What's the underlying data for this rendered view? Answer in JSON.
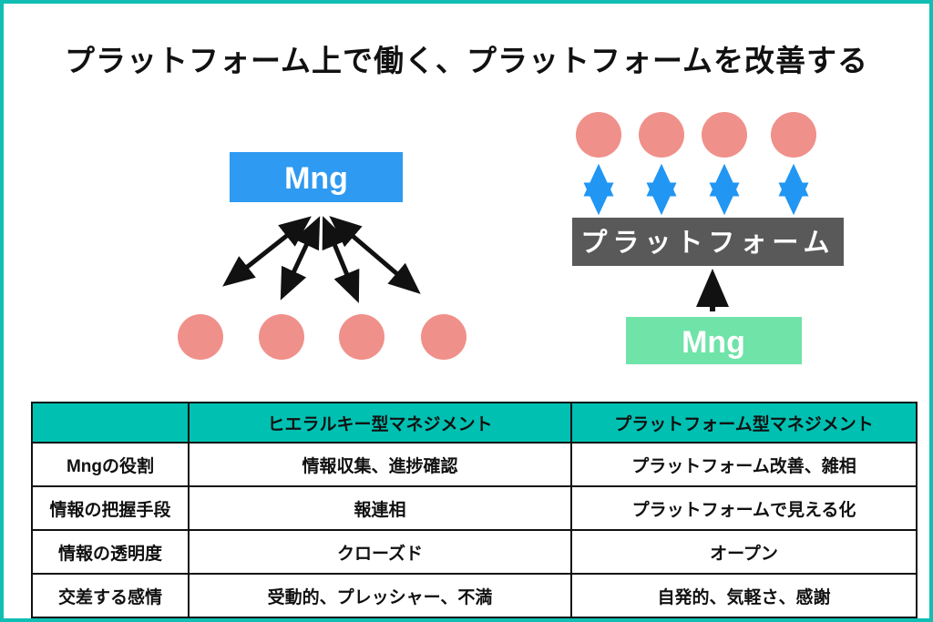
{
  "title": "プラットフォーム上で働く、プラットフォームを改善する",
  "colors": {
    "page_border": "#10BEB4",
    "table_header_bg": "#00C0B2",
    "mng_blue": "#2E9AF2",
    "member_pink": "#F0908A",
    "platform_gray": "#595959",
    "mng_green": "#70E3A9",
    "arrow_blue": "#2196F3",
    "arrow_black": "#111111"
  },
  "hierarchy_diagram": {
    "manager_label": "Mng"
  },
  "platform_diagram": {
    "platform_label": "プラットフォーム",
    "manager_label": "Mng"
  },
  "table": {
    "columns": [
      "",
      "ヒエラルキー型マネジメント",
      "プラットフォーム型マネジメント"
    ],
    "rows": [
      {
        "label": "Mngの役割",
        "hierarchy": "情報収集、進捗確認",
        "platform": "プラットフォーム改善、雑相"
      },
      {
        "label": "情報の把握手段",
        "hierarchy": "報連相",
        "platform": "プラットフォームで見える化"
      },
      {
        "label": "情報の透明度",
        "hierarchy": "クローズド",
        "platform": "オープン"
      },
      {
        "label": "交差する感情",
        "hierarchy": "受動的、プレッシャー、不満",
        "platform": "自発的、気軽さ、感謝"
      }
    ]
  }
}
